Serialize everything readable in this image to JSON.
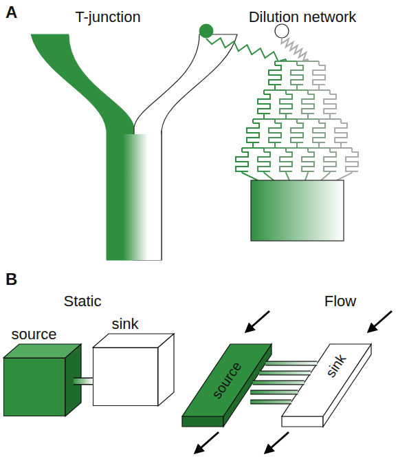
{
  "diagram": {
    "nodes": [
      {
        "text": [
          "source"
        ]
      },
      {
        "text": [
          "sink"
        ]
      },
      {
        "text": [
          "source"
        ]
      },
      {
        "text": [
          "sink"
        ]
      }
    ],
    "edges": [
      {
        "from": 0,
        "to": 1,
        "arrow": "none"
      },
      {
        "from": 2,
        "to": 3,
        "arrow": "none"
      }
    ],
    "labels": [
      "A",
      "T-junction",
      "Dilution network",
      "B",
      "Static",
      "Flow"
    ]
  }
}
